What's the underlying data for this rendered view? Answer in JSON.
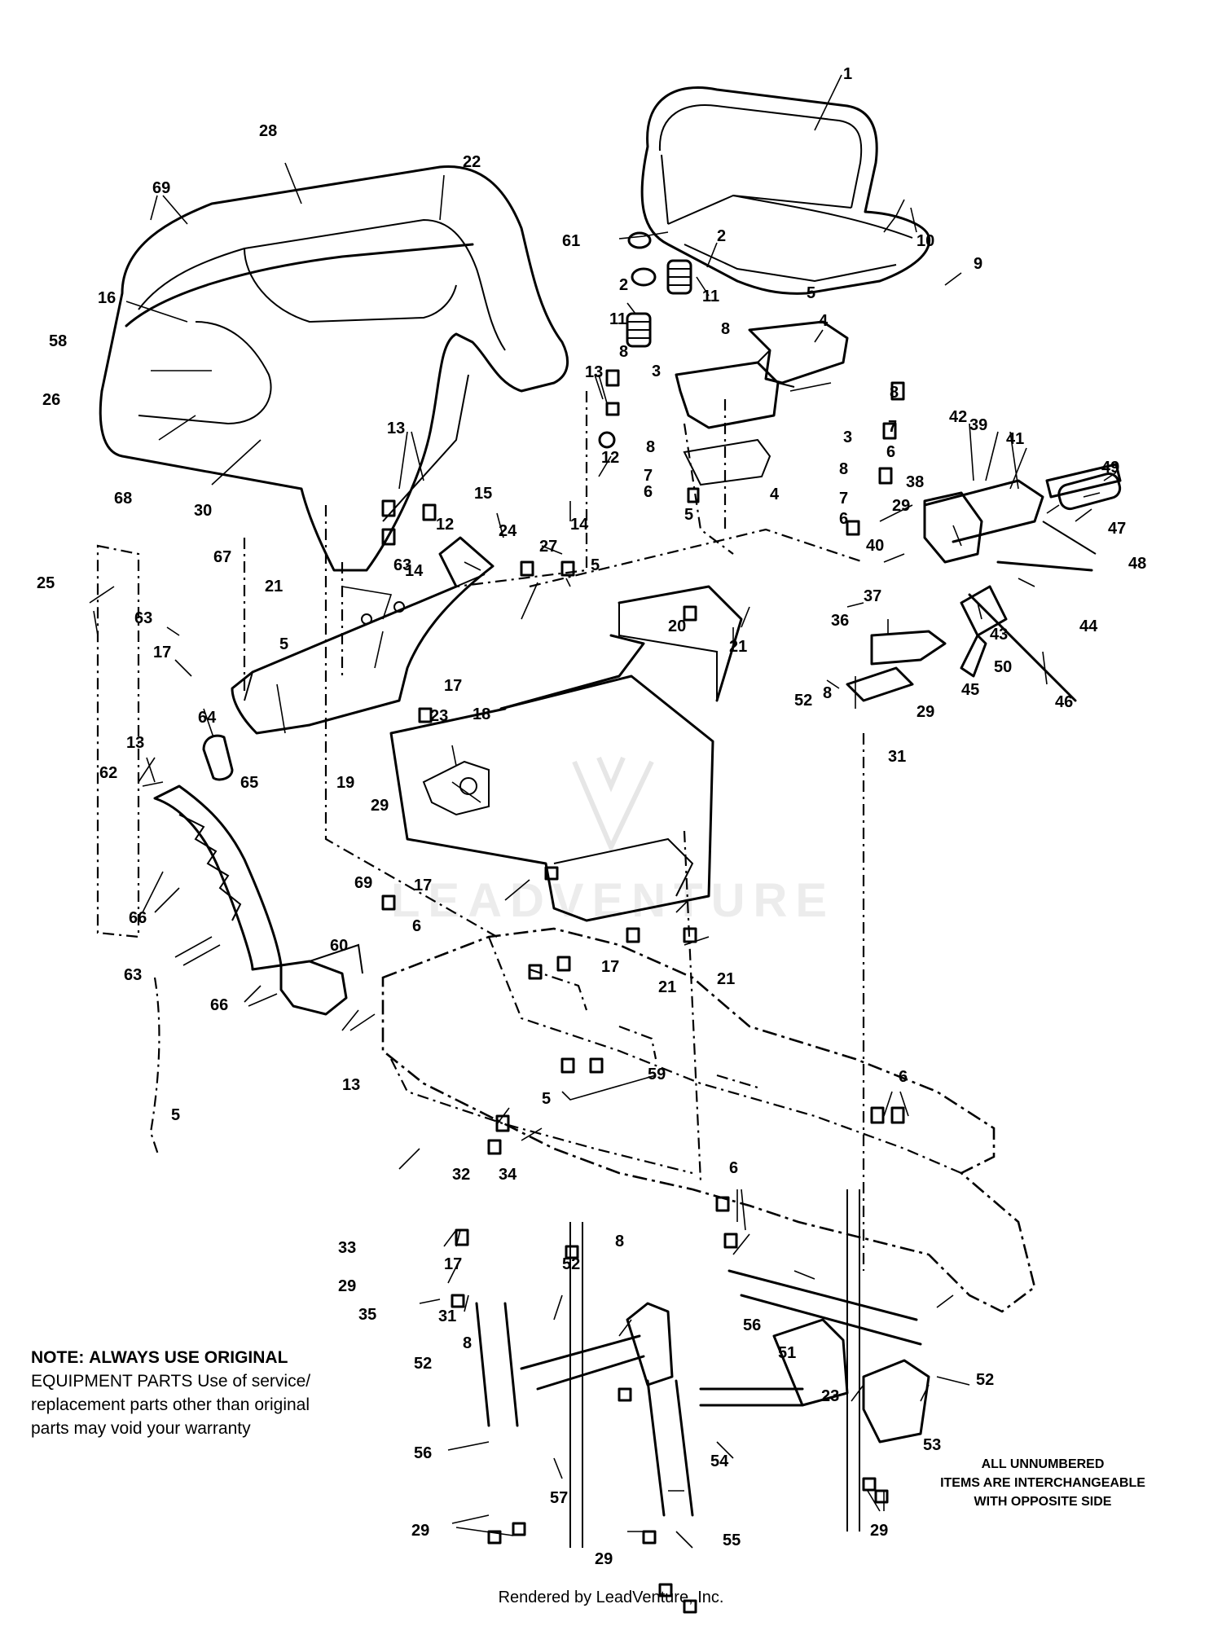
{
  "note": {
    "heading": "NOTE:",
    "lines": [
      "ALWAYS USE ORIGINAL",
      "EQUIPMENT PARTS Use of service/",
      "replacement parts other than original",
      "parts may void your warranty"
    ]
  },
  "interchangeable_note": {
    "lines": [
      "ALL UNNUMBERED",
      "ITEMS ARE INTERCHANGEABLE",
      "WITH OPPOSITE SIDE"
    ]
  },
  "footer": {
    "rendered_by": "Rendered by LeadVenture, Inc."
  },
  "watermark": {
    "text": "LEADVENTURE"
  },
  "callouts": {
    "c1": "1",
    "c2a": "2",
    "c2b": "2",
    "c3a": "3",
    "c3b": "3",
    "c4a": "4",
    "c4b": "4",
    "c5a": "5",
    "c5b": "5",
    "c5c": "5",
    "c5d": "5",
    "c5e": "5",
    "c5f": "5",
    "c6a": "6",
    "c6b": "6",
    "c6c": "6",
    "c6d": "6",
    "c6e": "6",
    "c6f": "6",
    "c7a": "7",
    "c7b": "7",
    "c7c": "7",
    "c8a": "8",
    "c8b": "8",
    "c8c": "8",
    "c8d": "8",
    "c8e": "8",
    "c8f": "8",
    "c8g": "8",
    "c8h": "8",
    "c9": "9",
    "c10": "10",
    "c11a": "11",
    "c11b": "11",
    "c12a": "12",
    "c12b": "12",
    "c13a": "13",
    "c13b": "13",
    "c13c": "13",
    "c13d": "13",
    "c14a": "14",
    "c14b": "14",
    "c15": "15",
    "c16": "16",
    "c17a": "17",
    "c17b": "17",
    "c17c": "17",
    "c17d": "17",
    "c17e": "17",
    "c18": "18",
    "c19": "19",
    "c20": "20",
    "c21a": "21",
    "c21b": "21",
    "c21c": "21",
    "c21d": "21",
    "c22": "22",
    "c23a": "23",
    "c23b": "23",
    "c24": "24",
    "c25": "25",
    "c26": "26",
    "c27": "27",
    "c28": "28",
    "c29a": "29",
    "c29b": "29",
    "c29c": "29",
    "c29d": "29",
    "c29e": "29",
    "c29f": "29",
    "c29g": "29",
    "c30": "30",
    "c31a": "31",
    "c31b": "31",
    "c32": "32",
    "c33": "33",
    "c34": "34",
    "c35": "35",
    "c36": "36",
    "c37": "37",
    "c38": "38",
    "c39": "39",
    "c40": "40",
    "c41": "41",
    "c42": "42",
    "c43": "43",
    "c44": "44",
    "c45": "45",
    "c46": "46",
    "c47": "47",
    "c48": "48",
    "c49": "49",
    "c50": "50",
    "c51": "51",
    "c52a": "52",
    "c52b": "52",
    "c52c": "52",
    "c52d": "52",
    "c53": "53",
    "c54": "54",
    "c55": "55",
    "c56a": "56",
    "c56b": "56",
    "c57": "57",
    "c58": "58",
    "c59": "59",
    "c60": "60",
    "c61": "61",
    "c62": "62",
    "c63a": "63",
    "c63b": "63",
    "c63c": "63",
    "c64": "64",
    "c65": "65",
    "c66a": "66",
    "c66b": "66",
    "c67": "67",
    "c68": "68",
    "c69a": "69",
    "c69b": "69"
  }
}
